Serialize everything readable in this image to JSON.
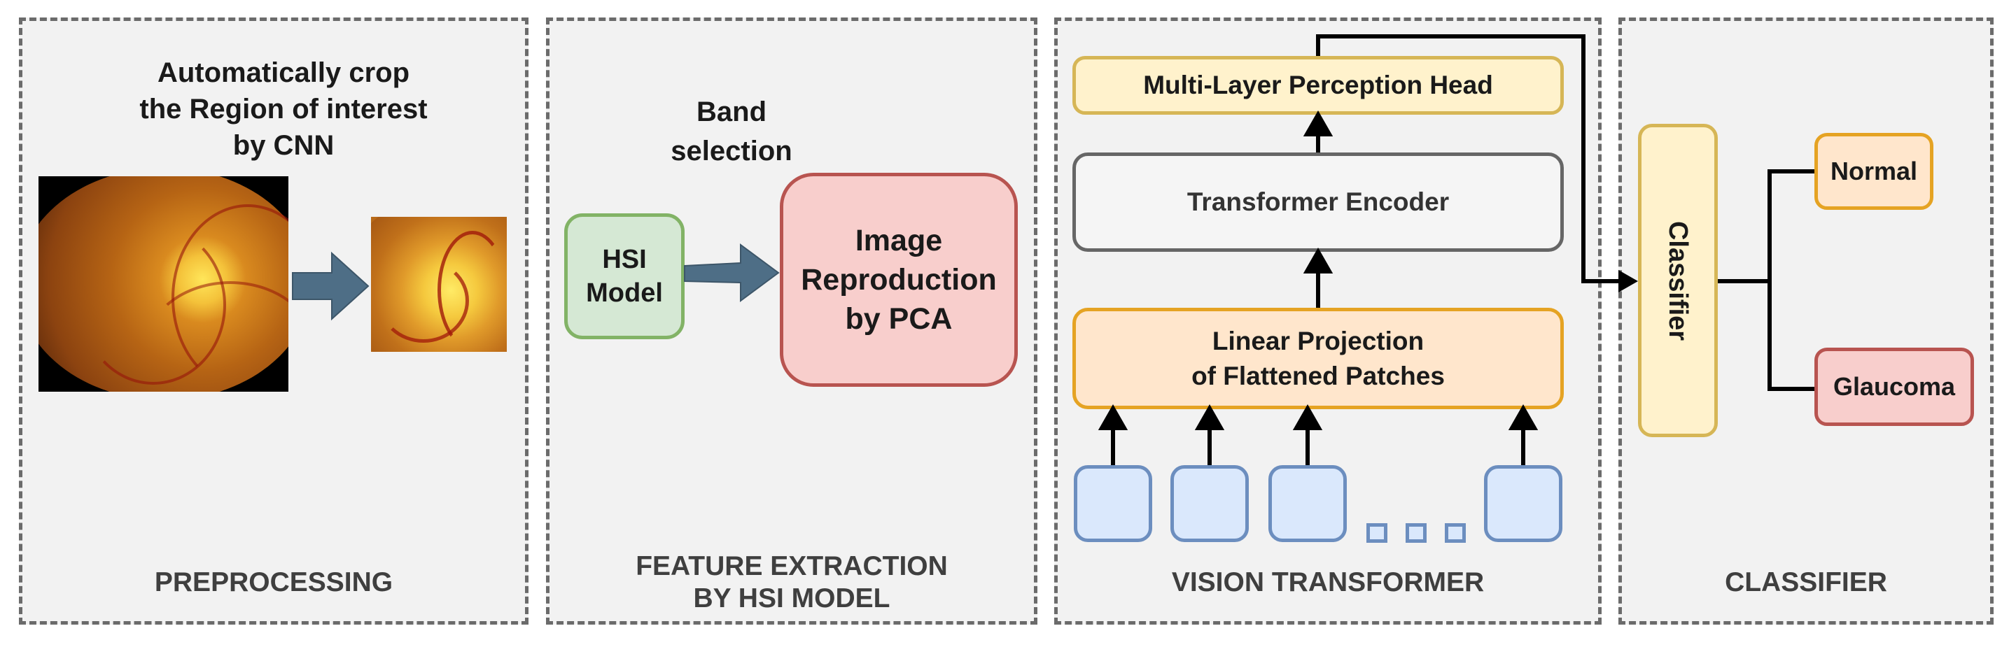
{
  "panels": {
    "preprocessing": {
      "title": "PREPROCESSING",
      "caption": "Automatically crop\nthe Region of interest\nby CNN",
      "image_full": "Fundus image",
      "image_crop": "Cropped optic disc region"
    },
    "feature": {
      "title": "FEATURE EXTRACTION\nBY HSI MODEL",
      "band_label": "Band\nselection",
      "hsi_box": "HSI\nModel",
      "pca_box": "Image\nReproduction\nby PCA"
    },
    "vit": {
      "title": "VISION TRANSFORMER",
      "mlp_head": "Multi-Layer Perception Head",
      "encoder": "Transformer Encoder",
      "projection": "Linear Projection\nof Flattened Patches"
    },
    "classifier": {
      "title": "CLASSIFIER",
      "classifier_box": "Classifier",
      "normal": "Normal",
      "glaucoma": "Glaucoma"
    }
  },
  "colors": {
    "green_fill": "#d5e8d4",
    "green_stroke": "#82b366",
    "red_fill": "#f8cecc",
    "red_stroke": "#b85450",
    "orange_fill": "#ffe6cc",
    "orange_stroke": "#e5a323",
    "yellow_fill": "#fff2cc",
    "yellow_stroke": "#d6b656",
    "blue_fill": "#dae8fc",
    "blue_stroke": "#6c8ebf",
    "gray_stroke": "#666666",
    "arrow_fill": "#4e6e86"
  }
}
